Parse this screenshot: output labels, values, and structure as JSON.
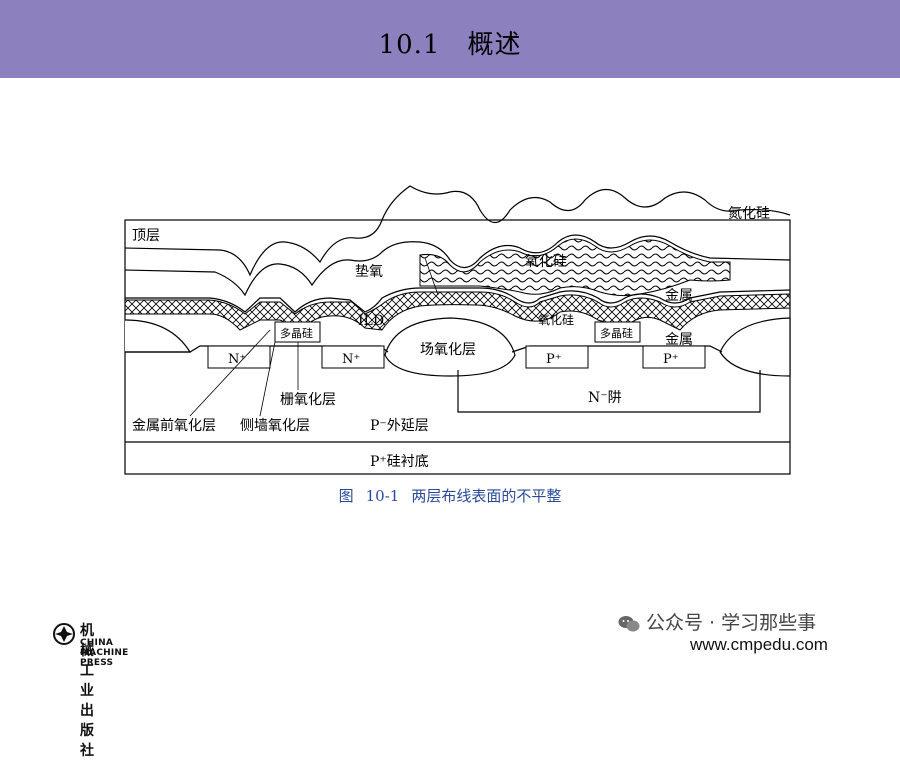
{
  "header": {
    "title": "10.1　概述"
  },
  "figure": {
    "labels": {
      "top_layer": "顶层",
      "silicon_nitride": "氮化硅",
      "pad_oxide": "垫氧",
      "silicon_oxide_upper": "氧化硅",
      "metal_upper": "金属",
      "ild": "ILD",
      "silicon_oxide_lower": "氧化硅",
      "metal_lower": "金属",
      "poly_left": "多晶硅",
      "poly_right": "多晶硅",
      "field_oxide": "场氧化层",
      "n_plus_left": "N⁺",
      "n_plus_right": "N⁺",
      "p_plus_left": "P⁺",
      "p_plus_right": "P⁺",
      "n_well": "N⁻阱",
      "gate_oxide": "栅氧化层",
      "pre_metal_oxide": "金属前氧化层",
      "sidewall_oxide": "侧墙氧化层",
      "p_epi": "P⁻外延层",
      "p_substrate": "P⁺硅衬底"
    }
  },
  "caption": {
    "prefix": "图",
    "number": "10-1",
    "text": "两层布线表面的不平整"
  },
  "footer": {
    "publisher_cn": "机械工业出版社",
    "publisher_en": "CHINA MACHINE PRESS",
    "wechat": "公众号 · 学习那些事",
    "website": "www.cmpedu.com"
  }
}
